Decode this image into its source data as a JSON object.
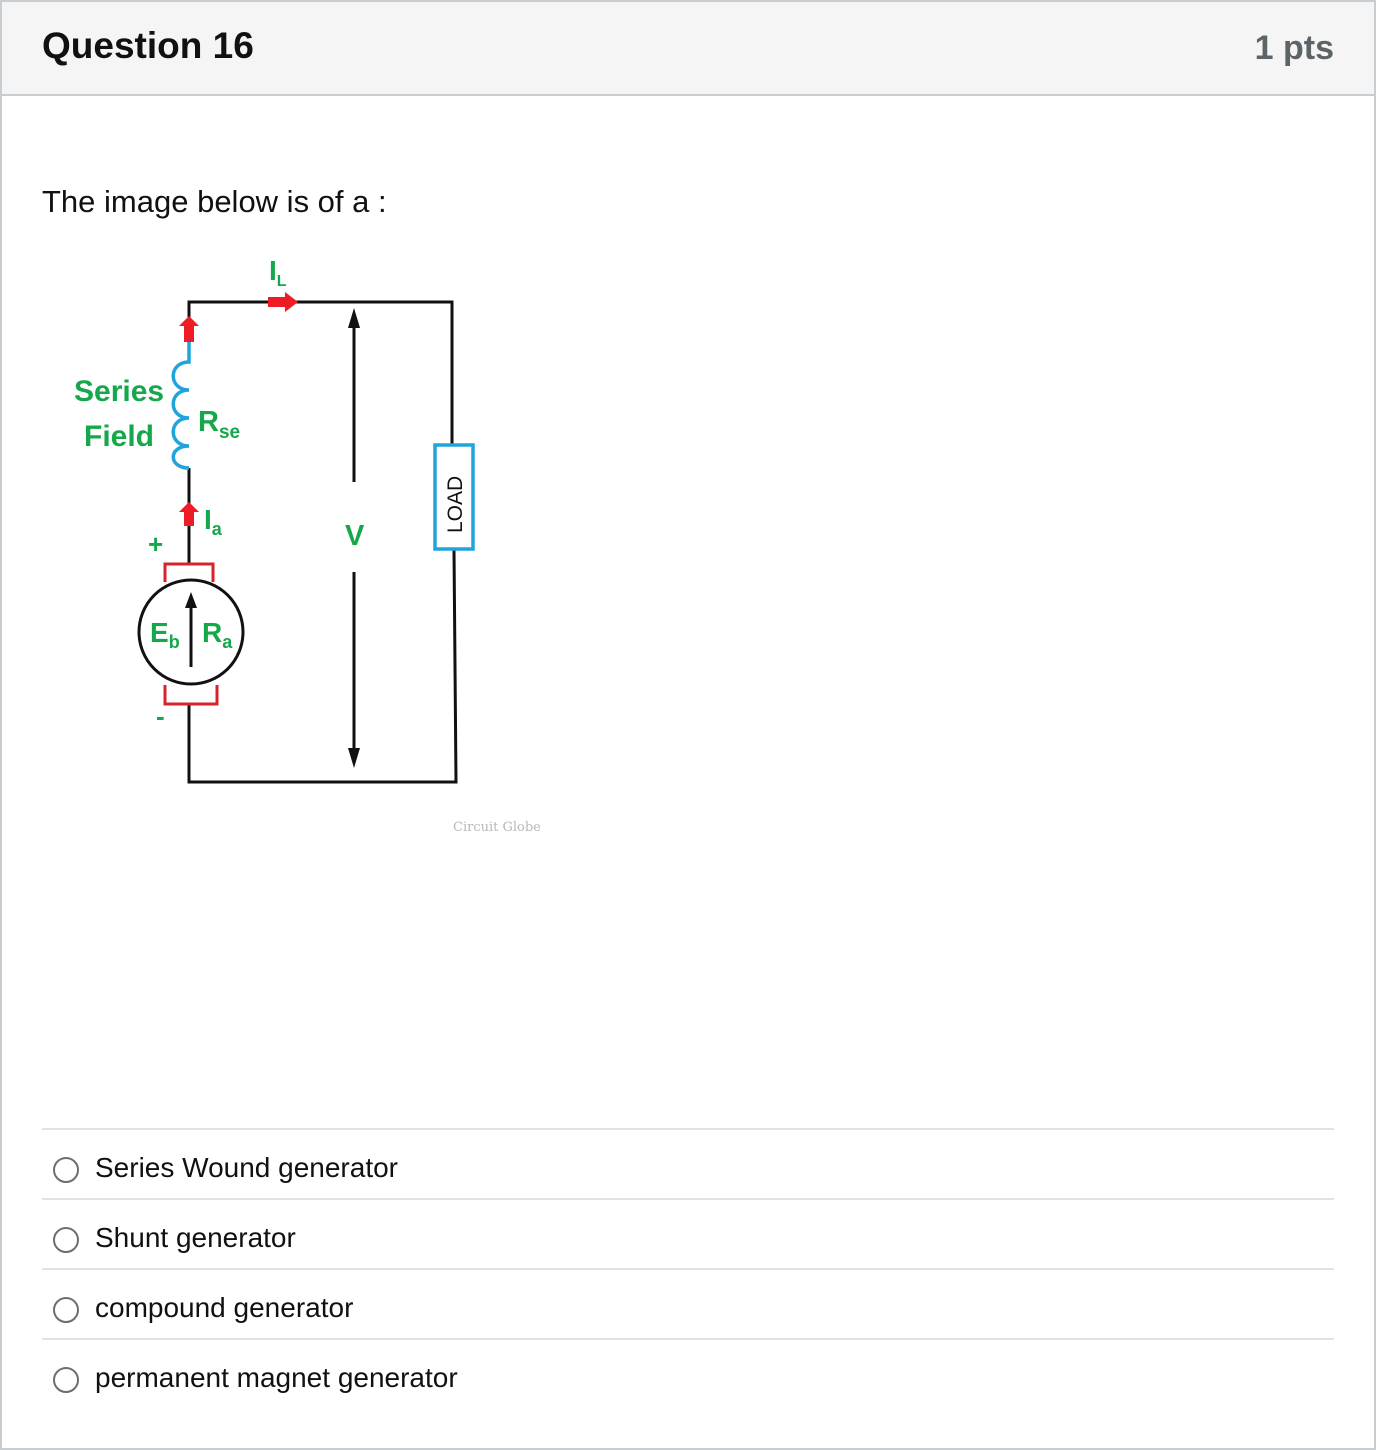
{
  "question": {
    "title": "Question 16",
    "points": "1 pts",
    "prompt": "The image below is of a :"
  },
  "figure": {
    "labels": {
      "series": "Series",
      "field": "Field",
      "rse_main": "R",
      "rse_sub": "se",
      "il_main": "I",
      "il_sub": "L",
      "ia_main": "I",
      "ia_sub": "a",
      "plus": "+",
      "minus": "-",
      "eb_main": "E",
      "eb_sub": "b",
      "ra_main": "R",
      "ra_sub": "a",
      "voltage": "V",
      "load": "LOAD",
      "watermark": "Circuit Globe"
    },
    "colors": {
      "label_green": "#14a84a",
      "coil_blue": "#1fa5dc",
      "arrow_red": "#ee1c24",
      "brush_red": "#d8232a",
      "load_blue": "#1fa5dc",
      "wire": "#111111"
    }
  },
  "answers": [
    {
      "label": "Series Wound generator",
      "selected": false
    },
    {
      "label": "Shunt generator",
      "selected": false
    },
    {
      "label": "compound generator",
      "selected": false
    },
    {
      "label": "permanent magnet generator",
      "selected": false
    }
  ]
}
